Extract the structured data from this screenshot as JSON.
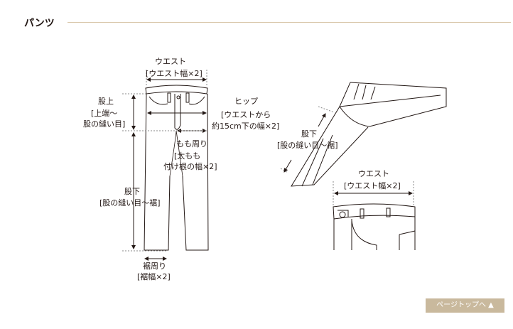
{
  "section": {
    "title": "パンツ"
  },
  "front": {
    "waist": {
      "name": "ウエスト",
      "desc": "[ウエスト幅×2]"
    },
    "rise": {
      "name": "股上",
      "desc_line1": "[上端〜",
      "desc_line2": "股の縫い目]"
    },
    "hip": {
      "name": "ヒップ",
      "desc_line1": "[ウエストから",
      "desc_line2": "約15cm下の幅×2]"
    },
    "thigh": {
      "name": "もも周り",
      "desc_line1": "[太もも",
      "desc_line2": "付け根の幅×2]"
    },
    "inseam": {
      "name": "股下",
      "desc": "[股の縫い目〜裾]"
    },
    "hem": {
      "name": "裾周り",
      "desc": "[裾幅×2]"
    }
  },
  "side": {
    "inseam": {
      "name": "股下",
      "desc": "[股の縫い目〜裾]"
    },
    "waist": {
      "name": "ウエスト",
      "desc": "[ウエスト幅×2]"
    }
  },
  "page_top_button": {
    "label": "ページトップへ ▲"
  },
  "colors": {
    "rule": "#d9c7aa",
    "button": "#c9b99d",
    "line": "#231815"
  }
}
